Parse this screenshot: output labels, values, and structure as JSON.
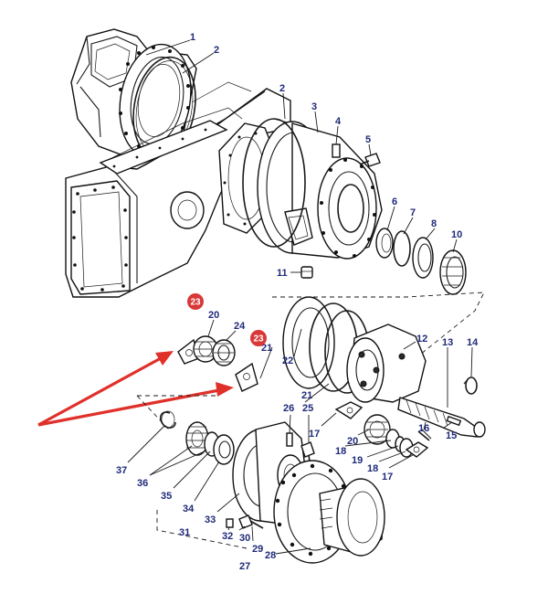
{
  "diagram": {
    "highlight_color": "#d93838",
    "arrow_color": "#e0302a",
    "label_color": "#1f2a78",
    "callouts": [
      {
        "id": "c1",
        "text": "1"
      },
      {
        "id": "c2a",
        "text": "2"
      },
      {
        "id": "c2b",
        "text": "2"
      },
      {
        "id": "c3",
        "text": "3"
      },
      {
        "id": "c4",
        "text": "4"
      },
      {
        "id": "c5",
        "text": "5"
      },
      {
        "id": "c6",
        "text": "6"
      },
      {
        "id": "c7",
        "text": "7"
      },
      {
        "id": "c8",
        "text": "8"
      },
      {
        "id": "c10",
        "text": "10"
      },
      {
        "id": "c11",
        "text": "11"
      },
      {
        "id": "c12",
        "text": "12"
      },
      {
        "id": "c13",
        "text": "13"
      },
      {
        "id": "c14",
        "text": "14"
      },
      {
        "id": "c15",
        "text": "15"
      },
      {
        "id": "c16",
        "text": "16"
      },
      {
        "id": "c17a",
        "text": "17"
      },
      {
        "id": "c17b",
        "text": "17"
      },
      {
        "id": "c18a",
        "text": "18"
      },
      {
        "id": "c18b",
        "text": "18"
      },
      {
        "id": "c19",
        "text": "19"
      },
      {
        "id": "c20a",
        "text": "20"
      },
      {
        "id": "c20b",
        "text": "20"
      },
      {
        "id": "c21a",
        "text": "21"
      },
      {
        "id": "c21b",
        "text": "21"
      },
      {
        "id": "c22",
        "text": "22"
      },
      {
        "id": "c23a",
        "text": "23"
      },
      {
        "id": "c23b",
        "text": "23"
      },
      {
        "id": "c24",
        "text": "24"
      },
      {
        "id": "c25",
        "text": "25"
      },
      {
        "id": "c26",
        "text": "26"
      },
      {
        "id": "c27",
        "text": "27"
      },
      {
        "id": "c28",
        "text": "28"
      },
      {
        "id": "c29",
        "text": "29"
      },
      {
        "id": "c30",
        "text": "30"
      },
      {
        "id": "c31",
        "text": "31"
      },
      {
        "id": "c32",
        "text": "32"
      },
      {
        "id": "c33",
        "text": "33"
      },
      {
        "id": "c34",
        "text": "34"
      },
      {
        "id": "c35",
        "text": "35"
      },
      {
        "id": "c36",
        "text": "36"
      },
      {
        "id": "c37",
        "text": "37"
      }
    ]
  }
}
